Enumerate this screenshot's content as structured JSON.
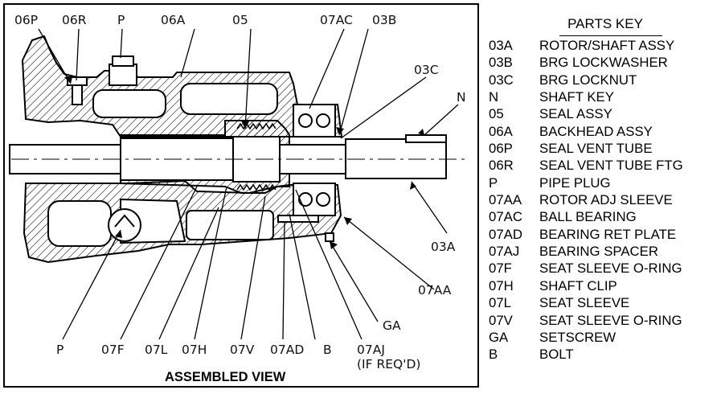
{
  "drawing": {
    "title": "ASSEMBLED VIEW",
    "callouts": {
      "06P": "06P",
      "06R": "06R",
      "P_top": "P",
      "06A": "06A",
      "05": "05",
      "07AC": "07AC",
      "03B": "03B",
      "03C": "03C",
      "N": "N",
      "03A": "03A",
      "07AA": "07AA",
      "GA": "GA",
      "P_bottom": "P",
      "07F": "07F",
      "07L": "07L",
      "07H": "07H",
      "07V": "07V",
      "07AD": "07AD",
      "B": "B",
      "07AJ": "07AJ",
      "07AJ_note": "(IF REQ'D)"
    }
  },
  "parts_key": {
    "title": "PARTS KEY",
    "rows": [
      {
        "code": "03A",
        "desc": "ROTOR/SHAFT ASSY"
      },
      {
        "code": "03B",
        "desc": "BRG LOCKWASHER"
      },
      {
        "code": "03C",
        "desc": "BRG LOCKNUT"
      },
      {
        "code": "N",
        "desc": "SHAFT KEY"
      },
      {
        "code": "05",
        "desc": "SEAL ASSY"
      },
      {
        "code": "06A",
        "desc": "BACKHEAD ASSY"
      },
      {
        "code": "06P",
        "desc": "SEAL VENT TUBE"
      },
      {
        "code": "06R",
        "desc": "SEAL VENT TUBE FTG"
      },
      {
        "code": "P",
        "desc": "PIPE PLUG"
      },
      {
        "code": "07AA",
        "desc": "ROTOR ADJ SLEEVE"
      },
      {
        "code": "07AC",
        "desc": "BALL BEARING"
      },
      {
        "code": "07AD",
        "desc": "BEARING RET PLATE"
      },
      {
        "code": "07AJ",
        "desc": "BEARING SPACER"
      },
      {
        "code": "07F",
        "desc": "SEAT SLEEVE O-RING"
      },
      {
        "code": "07H",
        "desc": "SHAFT CLIP"
      },
      {
        "code": "07L",
        "desc": "SEAT SLEEVE"
      },
      {
        "code": "07V",
        "desc": "SEAT SLEEVE O-RING"
      },
      {
        "code": "GA",
        "desc": "SETSCREW"
      },
      {
        "code": "B",
        "desc": "BOLT"
      }
    ]
  }
}
